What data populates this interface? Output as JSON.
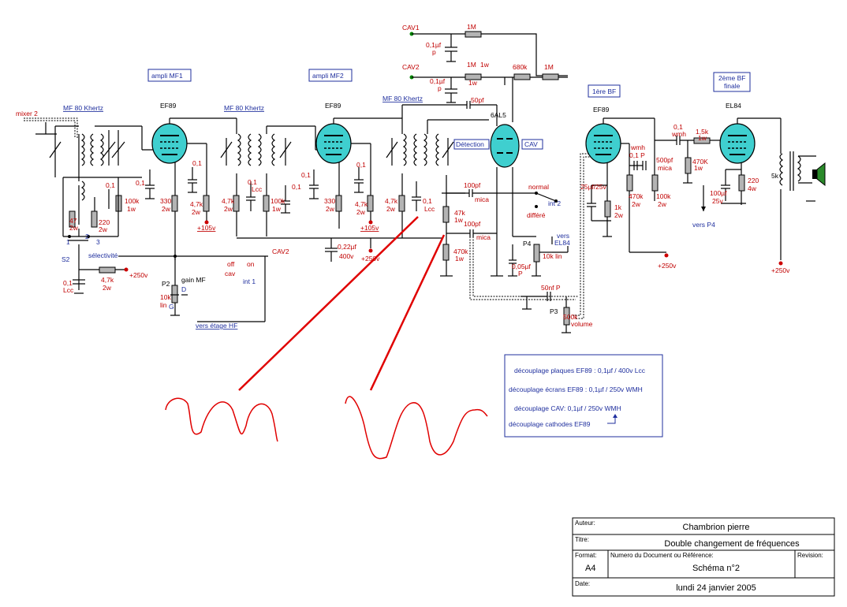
{
  "schematic": {
    "nodes": {
      "cav1": "CAV1",
      "cav2_top": "CAV2",
      "cav2_mid": "CAV2",
      "mixer2": "mixer 2"
    },
    "labels": {
      "ampli_mf1": "ampli MF1",
      "ampli_mf2": "ampli MF2",
      "bf1": "1ère BF",
      "bf2_l1": "2ème BF",
      "bf2_l2": "finale",
      "mf80_1": "MF 80 Khertz",
      "mf80_2": "MF 80 Khertz",
      "mf80_3": "MF 80 Khertz",
      "detection": "Détection",
      "cav": "CAV",
      "selectivite": "sélectivité",
      "s2": "S2",
      "sel1": "1",
      "sel2": "2",
      "sel3": "3",
      "gain_mf": "gain MF",
      "p2": "P2",
      "p2_val1": "10k",
      "p2_val2": "lin",
      "p2_d": "D",
      "p2_g": "G",
      "vers_etage_hf": "vers étage HF",
      "off": "off",
      "cav_sw": "cav",
      "on": "on",
      "int1": "int 1",
      "normal": "normal",
      "int2": "int 2",
      "differe": "différé",
      "vers_el84_1": "vers",
      "vers_el84_2": "EL84",
      "p4": "P4",
      "p4_val": "10k lin",
      "p3": "P3",
      "p3_val": "500k",
      "volume": "volume",
      "c50nf": "50nf P",
      "vers_p4": "vers P4",
      "trans_5k": "5k"
    },
    "tubes": {
      "v1": "EF89",
      "v2": "EF89",
      "v3": "6AL5",
      "v4": "EF89",
      "v5": "EL84"
    },
    "values": {
      "r1m_a": "1M",
      "c01_cav1": "0,1µf",
      "p_cav1": "p",
      "r1m_b": "1M",
      "r1m_b_w": "1w",
      "r1m_b_w2": "1w",
      "c01_cav2": "0,1µf",
      "p_cav2": "p",
      "r680k": "680k",
      "r1m_c": "1M",
      "c50pf": "50pf",
      "v1_c01_a": "0,1",
      "v1_c01_b": "0,1",
      "v1_c01_c": "0,1",
      "v1_r330": "330",
      "v1_r330_w": "2w",
      "v1_r47k": "4,7k",
      "v1_r47k_w": "2w",
      "v1_b105": "+105v",
      "in_c01": "0,1",
      "in_r100k": "100k",
      "in_r100k_w": "1w",
      "in_r47": "47",
      "in_r47_w": "2w",
      "in_r220": "220",
      "in_r220_w": "2w",
      "in_c01_lcc": "0,1",
      "lcc1": "Lcc",
      "in_r47k": "4,7k",
      "in_r47k_w": "2w",
      "b250_1": "+250v",
      "v2_r47k": "4,7k",
      "v2_r47k_w": "2w",
      "v2_c01": "0,1",
      "v2_lcc": "Lcc",
      "v2_r100k": "100k",
      "v2_r100k_w": "1w",
      "v2_c01b": "0,1",
      "v2_c01c": "0,1",
      "v2_c01d": "0,1",
      "v2_r330": "330",
      "v2_r330_w": "2w",
      "v2_r47k_b": "4,7k",
      "v2_r47k_b_w": "2w",
      "v2_b105": "+105v",
      "c022": "0,22µf",
      "c022_v": "400v",
      "b250_2": "+250v",
      "v3_r47k": "4,7k",
      "v3_r47k_w": "2w",
      "v3_c01": "0,1",
      "v3_lcc": "Lcc",
      "c100pf_a": "100pf",
      "mica_a": "mica",
      "r47k_d": "47k",
      "r47k_d_w": "1w",
      "c100pf_b": "100pf",
      "mica_b": "mica",
      "r470k_d": "470k",
      "r470k_d_w": "1w",
      "c005": "0,05µf",
      "c005_p": "P",
      "c25": "25µf/25v",
      "r1k": "1k",
      "r1k_w": "2w",
      "wmh": "wmh",
      "c01p": "0,1 P",
      "r470k_a": "470k",
      "r470k_a_w": "2w",
      "c500pf": "500pf",
      "mica_c": "mica",
      "r100k_b": "100k",
      "r100k_b_w": "2w",
      "b250_3": "+250v",
      "c01wmh": "0,1",
      "c01wmh_l": "wmh",
      "r15k": "1,5k",
      "r15k_w": "1w",
      "r470k_b": "470K",
      "r470k_b_w": "1w",
      "c100_25": "100µf",
      "c100_25v": "25v",
      "r220": "220",
      "r220_w": "4w",
      "b250_4": "+250v"
    },
    "notes": [
      "découplage plaques EF89 : 0,1µf / 400v Lcc",
      "découplage écrans EF89 : 0,1µf / 250v WMH",
      "découplage CAV:  0,1µf / 250v WMH",
      "découplage cathodes EF89"
    ],
    "title_block": {
      "auteur_label": "Auteur:",
      "auteur": "Chambrion pierre",
      "titre_label": "Titre:",
      "titre": "Double changement de fréquences",
      "format_label": "Format:",
      "format": "A4",
      "numero_label": "Numero du Document ou Référence:",
      "numero": "Schéma n°2",
      "revision_label": "Revision:",
      "revision": "",
      "date_label": "Date:",
      "date": "lundi 24 janvier 2005"
    }
  }
}
